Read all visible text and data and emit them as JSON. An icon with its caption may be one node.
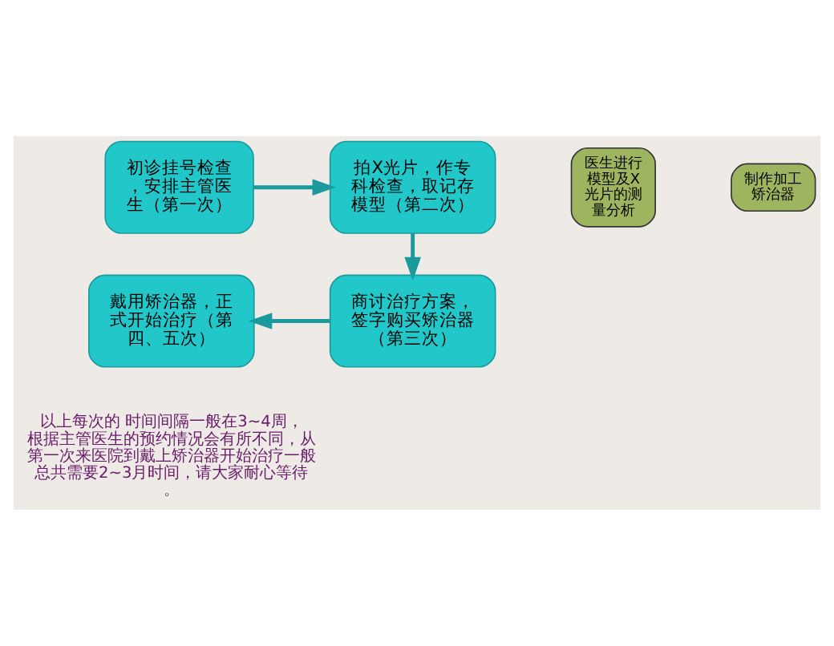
{
  "diagram": {
    "nodes": [
      {
        "text": [
          "初诊挂号检查，安排主管医生（第一次）"
        ]
      },
      {
        "text": [
          "拍X光片，作专科检查，取记存模型（第二次）"
        ]
      },
      {
        "text": [
          "商讨治疗方案，签字购买矫治器（第三次）"
        ]
      },
      {
        "text": [
          "戴用矫治器，正式开始治疗（第四、五次）"
        ]
      },
      {
        "text": [
          "医生进行模型及X光片的测量分析"
        ]
      },
      {
        "text": [
          "制作加工矫治器"
        ]
      }
    ],
    "edges": [
      {
        "from": 0,
        "to": 1,
        "arrow": "to"
      },
      {
        "from": 1,
        "to": 2,
        "arrow": "to"
      },
      {
        "from": 2,
        "to": 3,
        "arrow": "to"
      }
    ],
    "labels": [
      "以上每次的 时间间隔一般在3~4周，根据主管医生的预约情况会有所不同，从第一次来医院到戴上矫治器开始治疗一般总共需要2~3月时间，请大家耐心等待。"
    ]
  }
}
